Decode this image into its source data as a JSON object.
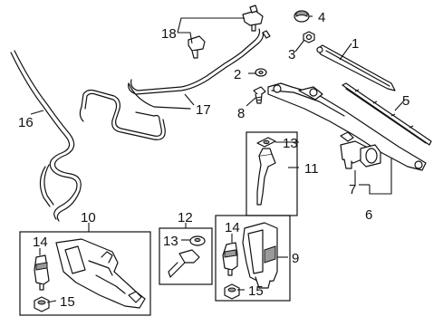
{
  "callouts": {
    "c1": "1",
    "c2": "2",
    "c3": "3",
    "c4": "4",
    "c5": "5",
    "c6": "6",
    "c7": "7",
    "c8": "8",
    "c9": "9",
    "c10": "10",
    "c11": "11",
    "c12": "12",
    "c13a": "13",
    "c13b": "13",
    "c14a": "14",
    "c14b": "14",
    "c15a": "15",
    "c15b": "15",
    "c16": "16",
    "c17": "17",
    "c18": "18"
  },
  "colors": {
    "ink": "#111111",
    "part_fill": "#ffffff",
    "shade": "#9a9a9a"
  }
}
